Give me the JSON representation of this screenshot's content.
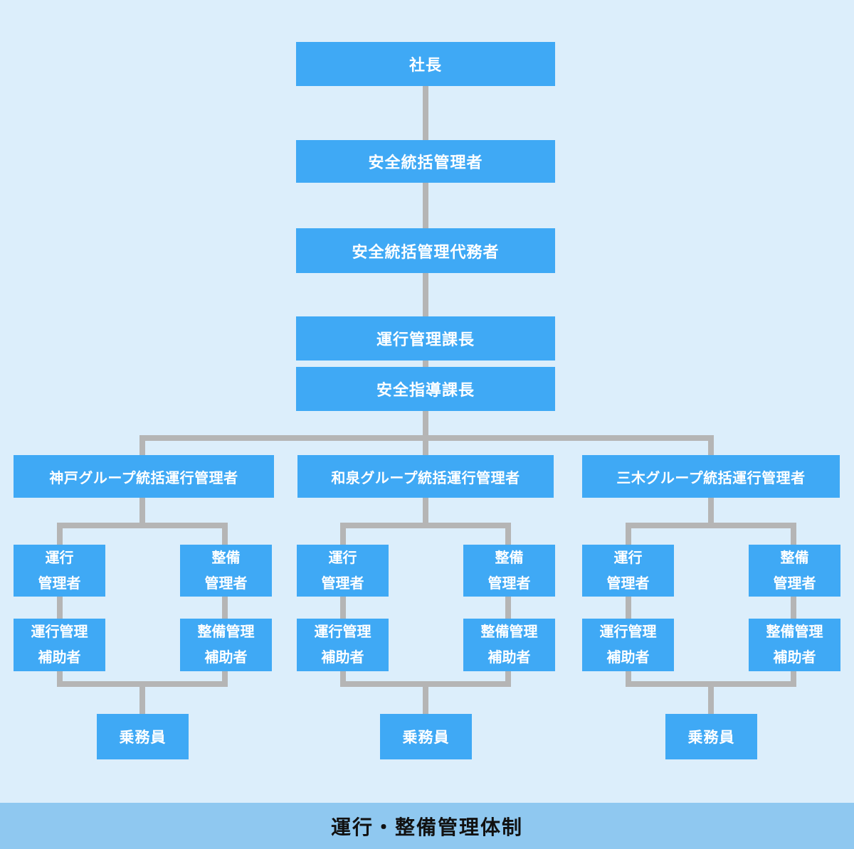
{
  "footer": {
    "title": "運行・整備管理体制"
  },
  "chain": [
    {
      "label": "社長"
    },
    {
      "label": "安全統括管理者"
    },
    {
      "label": "安全統括管理代務者"
    },
    {
      "label": "運行管理課長"
    },
    {
      "label": "安全指導課長"
    }
  ],
  "groups": [
    {
      "label": "神戸グループ統括運行管理者",
      "operation_manager": "運行\n管理者",
      "maintenance_manager": "整備\n管理者",
      "operation_assistant": "運行管理\n補助者",
      "maintenance_assistant": "整備管理\n補助者",
      "crew": "乗務員"
    },
    {
      "label": "和泉グループ統括運行管理者",
      "operation_manager": "運行\n管理者",
      "maintenance_manager": "整備\n管理者",
      "operation_assistant": "運行管理\n補助者",
      "maintenance_assistant": "整備管理\n補助者",
      "crew": "乗務員"
    },
    {
      "label": "三木グループ統括運行管理者",
      "operation_manager": "運行\n管理者",
      "maintenance_manager": "整備\n管理者",
      "operation_assistant": "運行管理\n補助者",
      "maintenance_assistant": "整備管理\n補助者",
      "crew": "乗務員"
    }
  ],
  "colors": {
    "background": "#dceefb",
    "node_fill": "#3fa9f5",
    "node_text": "#ffffff",
    "connector": "#b5b5b5",
    "footer_fill": "#8fc8f0",
    "footer_text": "#111111"
  }
}
